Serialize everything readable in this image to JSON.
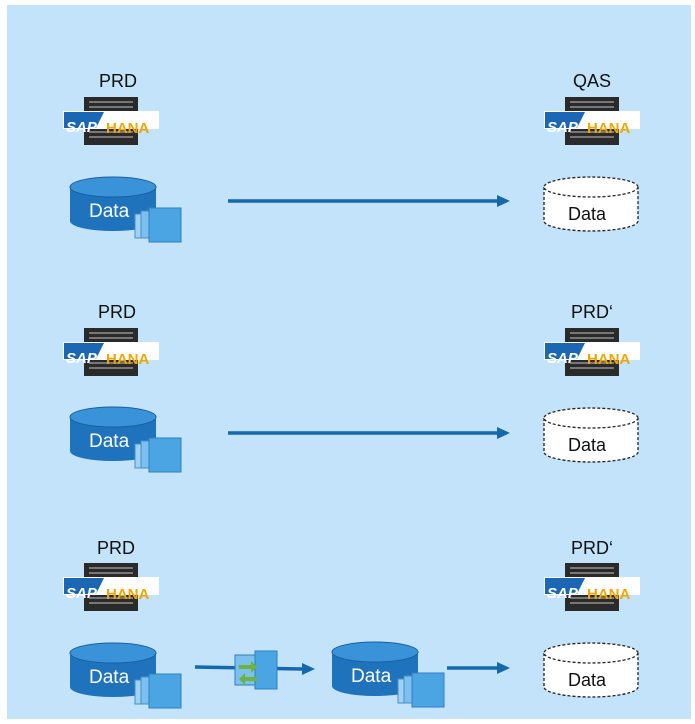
{
  "diagram": {
    "row1": {
      "source_label": "PRD",
      "target_label": "QAS",
      "source_db_label": "Data",
      "target_db_label": "Data"
    },
    "row2": {
      "source_label": "PRD",
      "target_label": "PRD‘",
      "source_db_label": "Data",
      "target_db_label": "Data"
    },
    "row3": {
      "source_label": "PRD",
      "target_label": "PRD‘",
      "source_db_label": "Data",
      "middle_db_label": "Data",
      "target_db_label": "Data"
    },
    "logo": {
      "sap_text": "SAP",
      "hana_text": "HANA",
      "sap_color": "#1b67b3",
      "hana_color": "#f0a500"
    },
    "colors": {
      "background": "#c3e3fa",
      "arrow": "#1668ad",
      "db_fill": "#1f73bd",
      "db_top": "#3a93d8",
      "page_fill": "#6ab8ea"
    }
  }
}
